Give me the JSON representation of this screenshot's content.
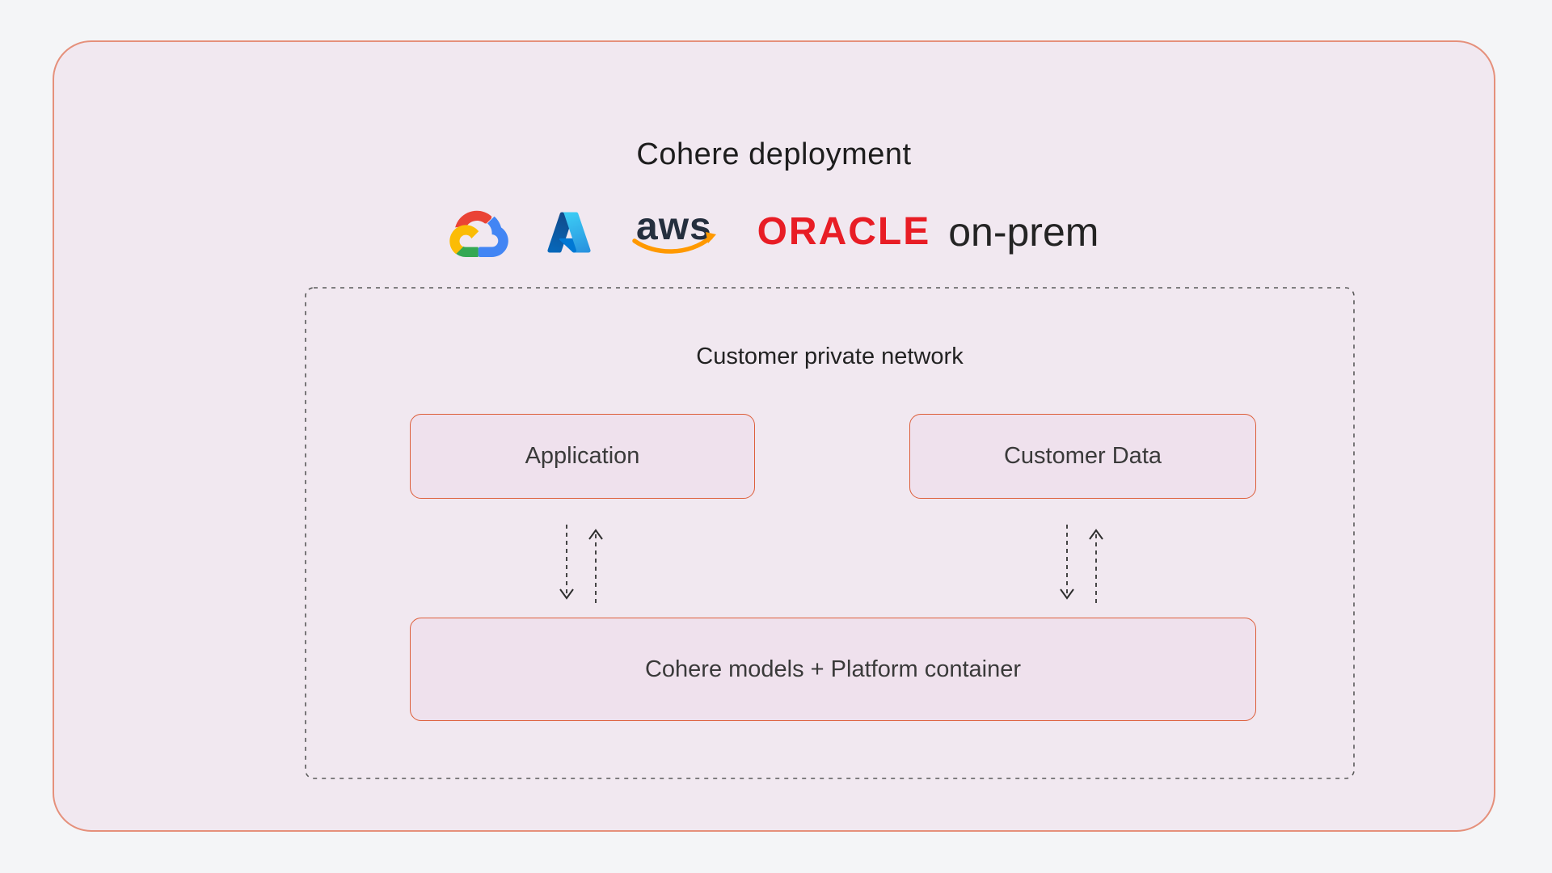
{
  "title": "Cohere deployment",
  "providers": {
    "gcp_name": "google-cloud",
    "azure_name": "microsoft-azure",
    "aws_text": "aws",
    "oracle_text": "ORACLE",
    "onprem_text": "on-prem"
  },
  "network": {
    "label": "Customer private network",
    "nodes": {
      "application": "Application",
      "customer_data": "Customer Data",
      "platform": "Cohere models + Platform container"
    }
  },
  "colors": {
    "page_bg": "#F4F5F7",
    "frame_bg": "#F1E8F0",
    "frame_border": "#E5907B",
    "node_bg": "#EFE1ED",
    "node_border": "#DD5F3B",
    "dashed_border": "#5a5a5a",
    "title_text": "#1d1d1d",
    "aws_navy": "#252F3E",
    "aws_orange": "#FF9900",
    "oracle_red": "#E81D25",
    "gcp_red": "#EA4335",
    "gcp_blue": "#4285F4",
    "gcp_green": "#34A853",
    "gcp_yellow": "#FBBC05"
  }
}
